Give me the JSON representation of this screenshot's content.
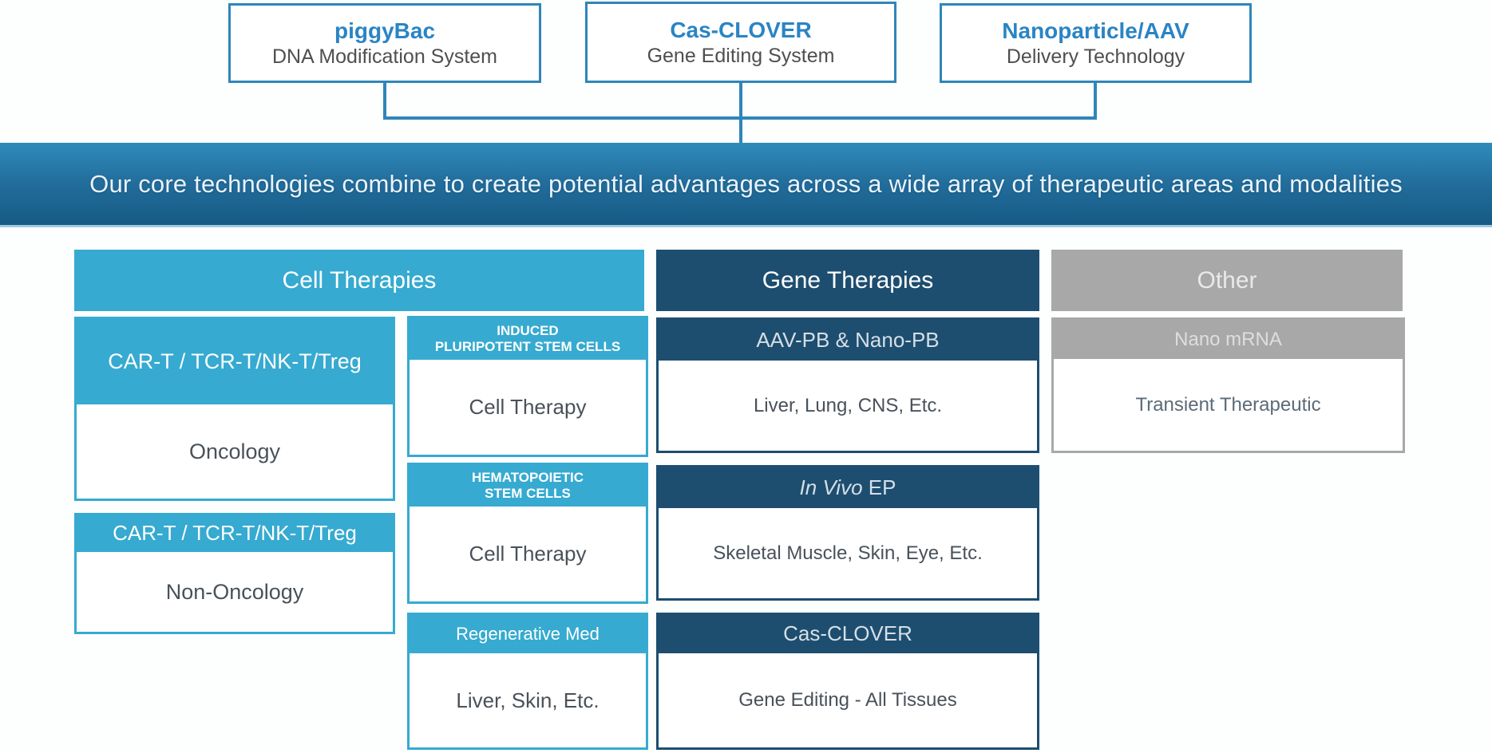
{
  "colors": {
    "light_blue": "#36aad0",
    "navy": "#1d4e70",
    "gray": "#a8a8a8",
    "line_blue": "#2e86b8",
    "title_blue": "#2a84c4",
    "banner_top": "#2f8cba",
    "banner_bottom": "#165a85"
  },
  "technologies": [
    {
      "name": "piggyBac",
      "description": "DNA Modification System"
    },
    {
      "name": "Cas-CLOVER",
      "description": "Gene Editing System"
    },
    {
      "name": "Nanoparticle/AAV",
      "description": "Delivery Technology"
    }
  ],
  "banner": {
    "text": "Our core technologies combine to create potential advantages across a wide array of therapeutic areas and modalities"
  },
  "cell_therapies": {
    "header": "Cell Therapies",
    "car_t_boxes": [
      {
        "header": "CAR-T / TCR-T/NK-T/Treg",
        "body": "Oncology"
      },
      {
        "header": "CAR-T / TCR-T/NK-T/Treg",
        "body": "Non-Oncology"
      }
    ],
    "stem_boxes": [
      {
        "header_line1": "INDUCED",
        "header_line2": "PLURIPOTENT STEM CELLS",
        "body": "Cell Therapy"
      },
      {
        "header_line1": "HEMATOPOIETIC",
        "header_line2": "STEM CELLS",
        "body": "Cell Therapy"
      },
      {
        "header": "Regenerative Med",
        "body": "Liver, Skin, Etc."
      }
    ]
  },
  "gene_therapies": {
    "header": "Gene Therapies",
    "boxes": [
      {
        "header": "AAV-PB & Nano-PB",
        "body": "Liver, Lung, CNS, Etc."
      },
      {
        "header_italic": "In Vivo",
        "header_rest": " EP",
        "body": "Skeletal Muscle, Skin, Eye, Etc."
      },
      {
        "header": "Cas-CLOVER",
        "body": "Gene Editing - All Tissues"
      }
    ]
  },
  "other": {
    "header": "Other",
    "boxes": [
      {
        "header": "Nano mRNA",
        "body": "Transient Therapeutic"
      }
    ]
  }
}
